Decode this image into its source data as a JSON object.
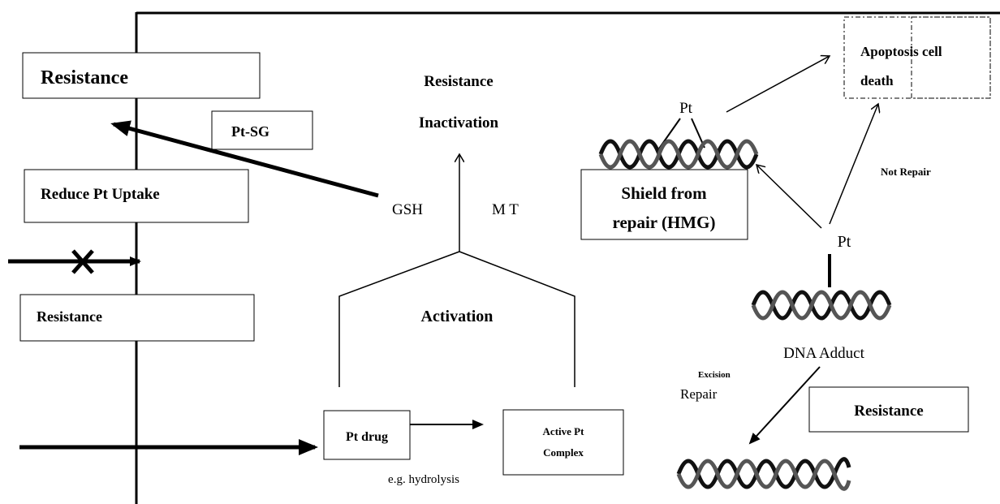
{
  "labels": {
    "resistance_top": "Resistance",
    "pt_sg": "Pt-SG",
    "reduce_uptake": "Reduce Pt Uptake",
    "resistance_mid": "Resistance",
    "resistance_center": "Resistance",
    "inactivation": "Inactivation",
    "gsh": "GSH",
    "mt": "M T",
    "activation": "Activation",
    "pt_drug": "Pt drug",
    "active_pt_line1": "Active Pt",
    "active_pt_line2": "Complex",
    "hydrolysis": "e.g. hydrolysis",
    "apoptosis_line1": "Apoptosis cell",
    "apoptosis_line2": "death",
    "pt_top": "Pt",
    "shield_line1": "Shield from",
    "shield_line2": "repair (HMG)",
    "not_repair": "Not Repair",
    "pt_right": "Pt",
    "dna_adduct": "DNA Adduct",
    "excision": "Excision",
    "repair": "Repair",
    "resistance_right": "Resistance"
  },
  "colors": {
    "stroke": "#000000",
    "background": "#ffffff"
  }
}
